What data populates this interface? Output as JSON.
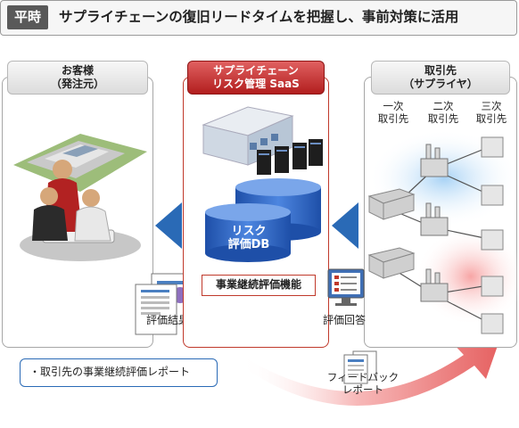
{
  "header": {
    "tag": "平時",
    "title": "サプライチェーンの復旧リードタイムを把握し、事前対策に活用"
  },
  "customer": {
    "heading_line1": "お客様",
    "heading_line2": "（発注元）",
    "eval_result_label": "評価結果"
  },
  "saas": {
    "heading_line1": "サプライチェーン",
    "heading_line2": "リスク管理 SaaS",
    "db_line1": "リスク",
    "db_line2": "評価DB",
    "feature_label": "事業継続評価機能"
  },
  "supplier": {
    "heading_line1": "取引先",
    "heading_line2": "（サプライヤ）",
    "tiers": [
      {
        "line1": "一次",
        "line2": "取引先"
      },
      {
        "line1": "二次",
        "line2": "取引先"
      },
      {
        "line1": "三次",
        "line2": "取引先"
      }
    ],
    "eval_answer_label": "評価回答"
  },
  "callout_text": "・取引先の事業継続評価レポート",
  "feedback": {
    "line1": "フィードバック",
    "line2": "レポート"
  },
  "colors": {
    "accent_red": "#b21e1e",
    "accent_blue": "#2a6ab6",
    "header_tag_bg": "#595959"
  }
}
